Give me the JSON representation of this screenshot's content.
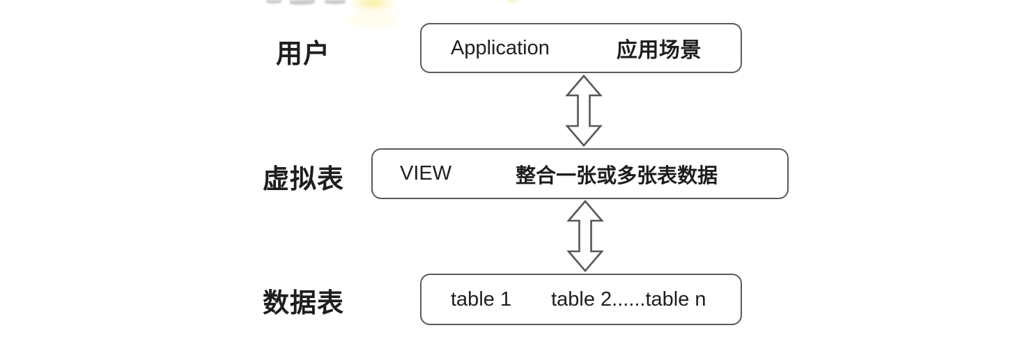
{
  "diagram": {
    "rows": [
      {
        "label": "用户",
        "box_primary": "Application",
        "box_secondary": "应用场景"
      },
      {
        "label": "虚拟表",
        "box_primary": "VIEW",
        "box_secondary": "整合一张或多张表数据"
      },
      {
        "label": "数据表",
        "box_primary": "table 1",
        "box_secondary": "table 2......table n"
      }
    ],
    "connectors": [
      {
        "from": "用户",
        "to": "虚拟表",
        "style": "double-headed-vertical-arrow"
      },
      {
        "from": "虚拟表",
        "to": "数据表",
        "style": "double-headed-vertical-arrow"
      }
    ],
    "colors": {
      "background": "#ffffff",
      "line": "#565656",
      "text": "#1e1e1e",
      "highlight": "#f7edae"
    }
  }
}
